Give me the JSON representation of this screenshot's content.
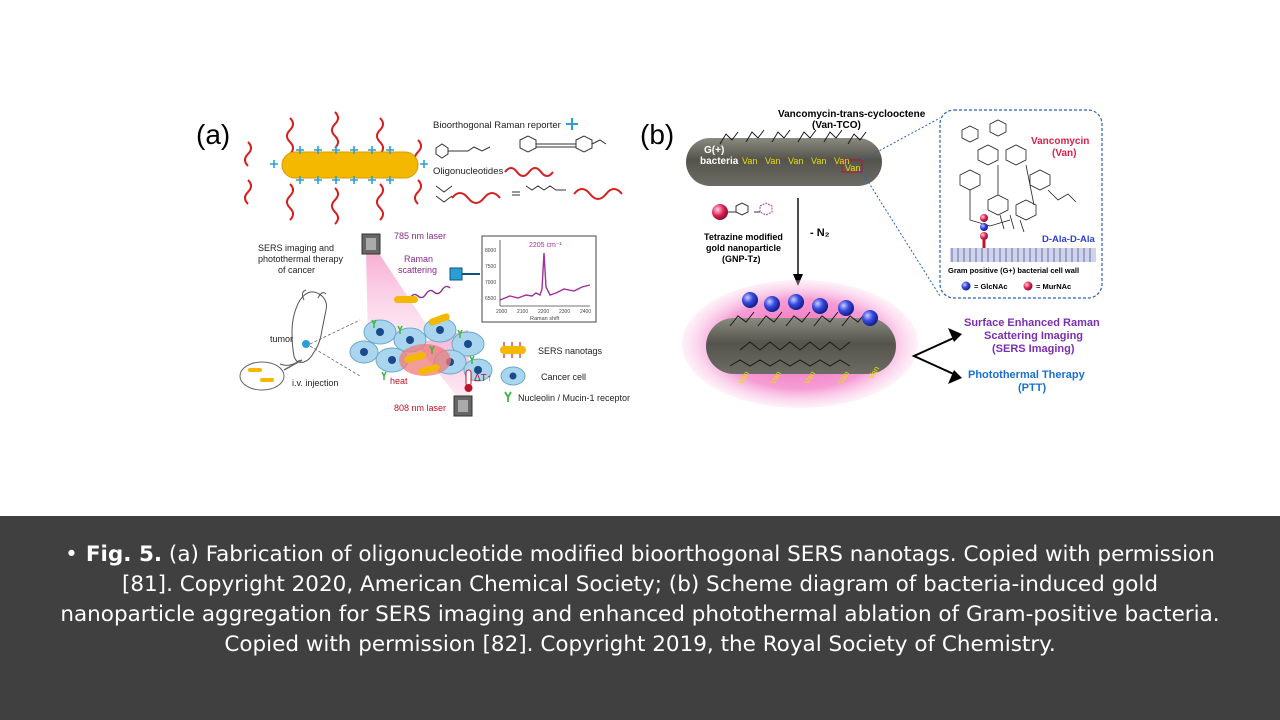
{
  "figure": {
    "panel_a": {
      "label": "(a)",
      "legend": {
        "reporter": "Bioorthogonal Raman reporter",
        "oligos": "Oligonucleotides",
        "nanotags": "SERS nanotags",
        "cancer_cell": "Cancer cell",
        "receptor": "Nucleolin / Mucin-1 receptor"
      },
      "sers_title_1": "SERS imaging and",
      "sers_title_2": "photothermal therapy",
      "sers_title_3": "of cancer",
      "laser_785": "785 nm laser",
      "laser_808": "808 nm laser",
      "raman_1": "Raman",
      "raman_2": "scattering",
      "tumor": "tumor",
      "injection": "i.v. injection",
      "heat": "heat",
      "delta_t": "ΔT↑",
      "spectrum": {
        "peak_label": "2205 cm⁻¹",
        "xlabel": "Raman shift",
        "y_ticks": [
          "8000",
          "7500",
          "7000",
          "6500"
        ],
        "x_ticks": [
          "2000",
          "2100",
          "2200",
          "2300",
          "2400"
        ]
      }
    },
    "panel_b": {
      "label": "(b)",
      "van_tco_1": "Vancomycin-trans-cyclooctene",
      "van_tco_2": "(Van-TCO)",
      "gplus": "G(+)",
      "bacteria": "bacteria",
      "van": "Van",
      "vancomycin_1": "Vancomycin",
      "vancomycin_2": "(Van)",
      "dala": "D-Ala-D-Ala",
      "cell_wall": "Gram positive (G+) bacterial cell wall",
      "glcnac": "= GlcNAc",
      "murnac": "= MurNAc",
      "n2": "- N₂",
      "gnp_1": "Tetrazine modified",
      "gnp_2": "gold nanoparticle",
      "gnp_3": "(GNP-Tz)",
      "sers_1": "Surface Enhanced Raman",
      "sers_2": "Scattering Imaging",
      "sers_3": "(SERS Imaging)",
      "ptt_1": "Photothermal Therapy",
      "ptt_2": "(PTT)"
    }
  },
  "caption": {
    "bullet": "•",
    "fig_label": "Fig. 5.",
    "text": " (a) Fabrication of oligonucleotide modified bioorthogonal SERS nanotags. Copied with permission [81]. Copyright 2020, American Chemical Society; (b) Scheme diagram of bacteria-induced gold nanoparticle aggregation for SERS imaging and enhanced photothermal ablation of Gram-positive bacteria. Copied with permission [82]. Copyright 2019, the Royal Society of Chemistry."
  },
  "colors": {
    "caption_band": "#404040",
    "gold_rod": "#f5b800",
    "oligo_red": "#d62020",
    "reporter_blue": "#2a9fd6",
    "laser_pink": "#f07ab8",
    "bacteria_gray": "#5a5a52",
    "glow_pink": "#f060b8",
    "nanoparticle_blue": "#2a3fd8",
    "vancomycin_red": "#d8204a",
    "sers_purple": "#7a2fb0",
    "ptt_blue": "#1a6fd0"
  }
}
